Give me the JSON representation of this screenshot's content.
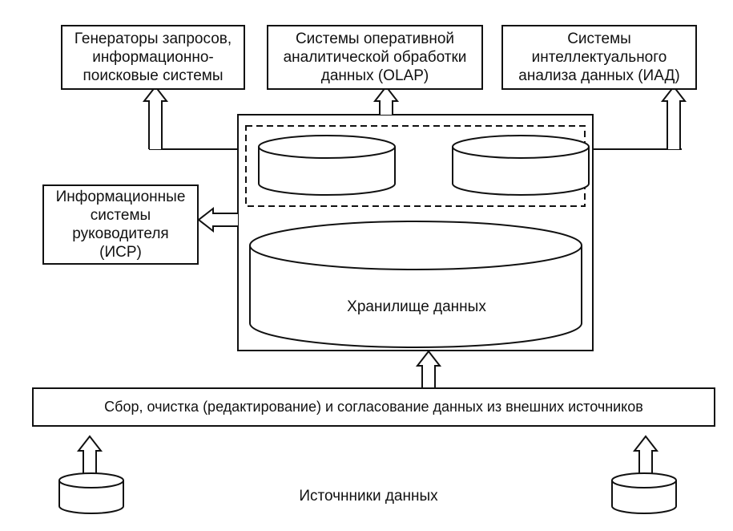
{
  "blocks": {
    "query_generators": [
      "Генераторы запросов,",
      "информационно-",
      "поисковые системы"
    ],
    "olap": [
      "Системы оперативной",
      "аналитической обработки",
      "данных (OLAP)"
    ],
    "data_mining": [
      "Системы",
      "интеллектуального",
      "анализа данных (ИАД)"
    ],
    "executive_is": [
      "Информационные",
      "системы",
      "руководителя",
      "(ИСР)"
    ],
    "warehouse": "Хранилище данных",
    "etl": "Сбор, очистка (редактирование) и согласование данных из внешних источников",
    "sources": "Источнники данных"
  }
}
